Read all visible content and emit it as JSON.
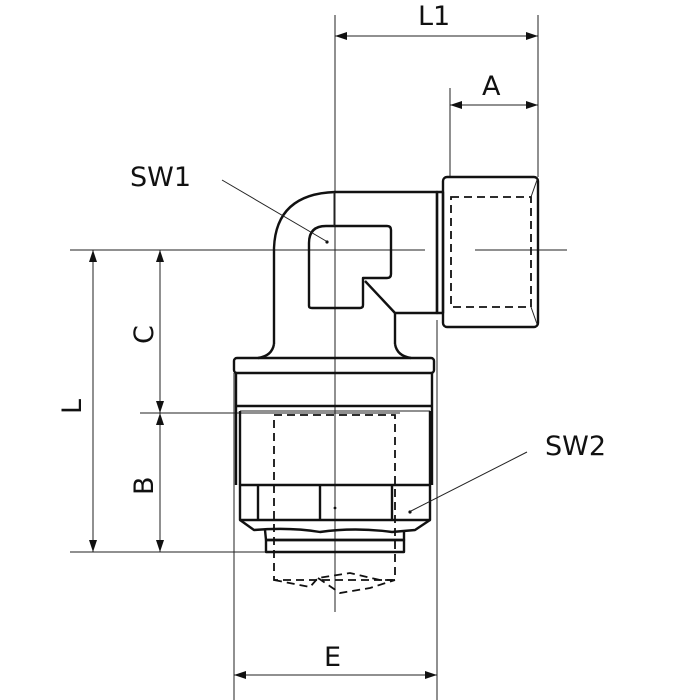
{
  "labels": {
    "L1": "L1",
    "A": "A",
    "SW1": "SW1",
    "SW2": "SW2",
    "C": "C",
    "L": "L",
    "B": "B",
    "E": "E"
  }
}
